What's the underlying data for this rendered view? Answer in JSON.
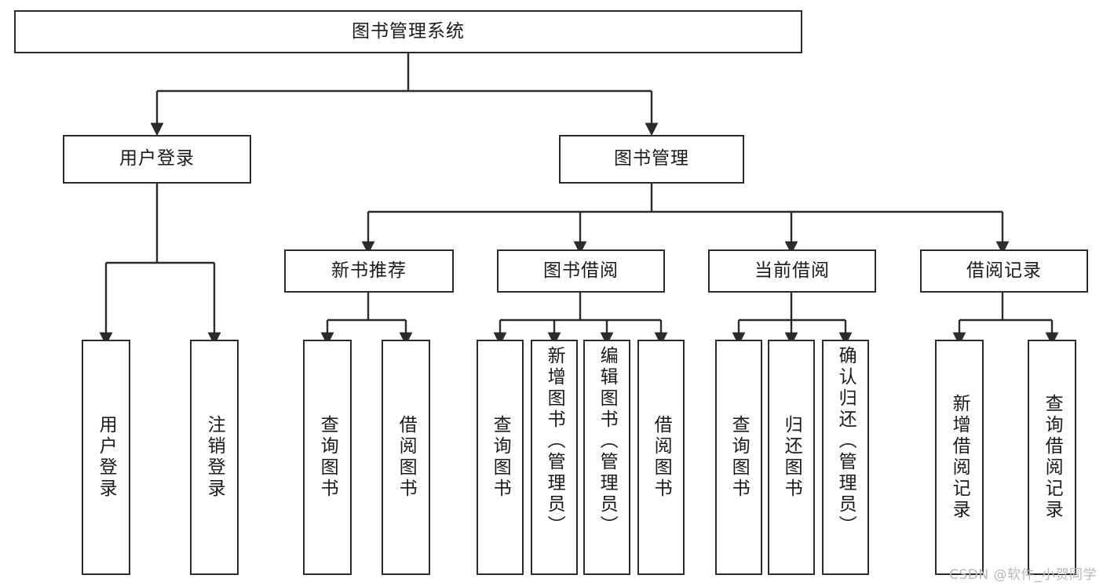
{
  "diagram": {
    "title": "图书管理系统",
    "watermark": "CSDN @软件_小贺同学",
    "colors": {
      "box_border": "#2b2b2b",
      "box_fill": "#ffffff",
      "connector": "#2b2b2b",
      "text": "#1a1a1a",
      "watermark": "#b8b8b8",
      "background": "#ffffff"
    },
    "root": {
      "label": "图书管理系统"
    },
    "level1": [
      {
        "label": "用户登录"
      },
      {
        "label": "图书管理"
      }
    ],
    "level2": [
      {
        "label": "新书推荐"
      },
      {
        "label": "图书借阅"
      },
      {
        "label": "当前借阅"
      },
      {
        "label": "借阅记录"
      }
    ],
    "leaves": {
      "user_login": [
        {
          "label": "用户登录"
        },
        {
          "label": "注销登录"
        }
      ],
      "new_book_recommend": [
        {
          "label": "查询图书"
        },
        {
          "label": "借阅图书"
        }
      ],
      "book_borrow": [
        {
          "label": "查询图书"
        },
        {
          "label": "新增图书（管理员）"
        },
        {
          "label": "编辑图书（管理员）"
        },
        {
          "label": "借阅图书"
        }
      ],
      "current_borrow": [
        {
          "label": "查询图书"
        },
        {
          "label": "归还图书"
        },
        {
          "label": "确认归还（管理员）"
        }
      ],
      "borrow_record": [
        {
          "label": "新增借阅记录"
        },
        {
          "label": "查询借阅记录"
        }
      ]
    }
  }
}
